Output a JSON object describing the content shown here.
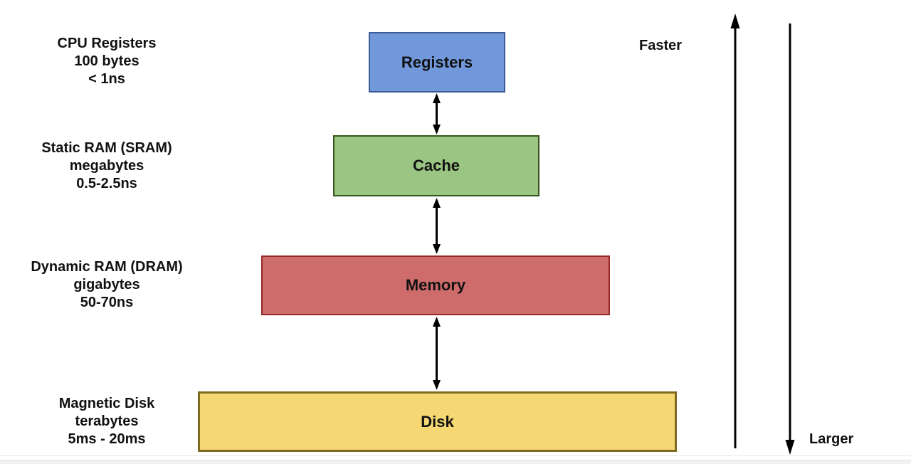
{
  "arrow_color": "#000000",
  "levels": [
    {
      "box_label": "Registers",
      "side_lines": [
        "CPU Registers",
        "100 bytes",
        "< 1ns"
      ],
      "fill": "#7098DB",
      "border": "#3C5A96"
    },
    {
      "box_label": "Cache",
      "side_lines": [
        "Static RAM (SRAM)",
        "megabytes",
        "0.5-2.5ns"
      ],
      "fill": "#9AC582",
      "border": "#38571F"
    },
    {
      "box_label": "Memory",
      "side_lines": [
        "Dynamic RAM (DRAM)",
        "gigabytes",
        "50-70ns"
      ],
      "fill": "#CE6B6B",
      "border": "#962828"
    },
    {
      "box_label": "Disk",
      "side_lines": [
        "Magnetic Disk",
        "terabytes",
        "5ms - 20ms"
      ],
      "fill": "#F5D773",
      "border": "#7F6A21"
    }
  ],
  "annotations": {
    "faster": "Faster",
    "larger": "Larger"
  }
}
